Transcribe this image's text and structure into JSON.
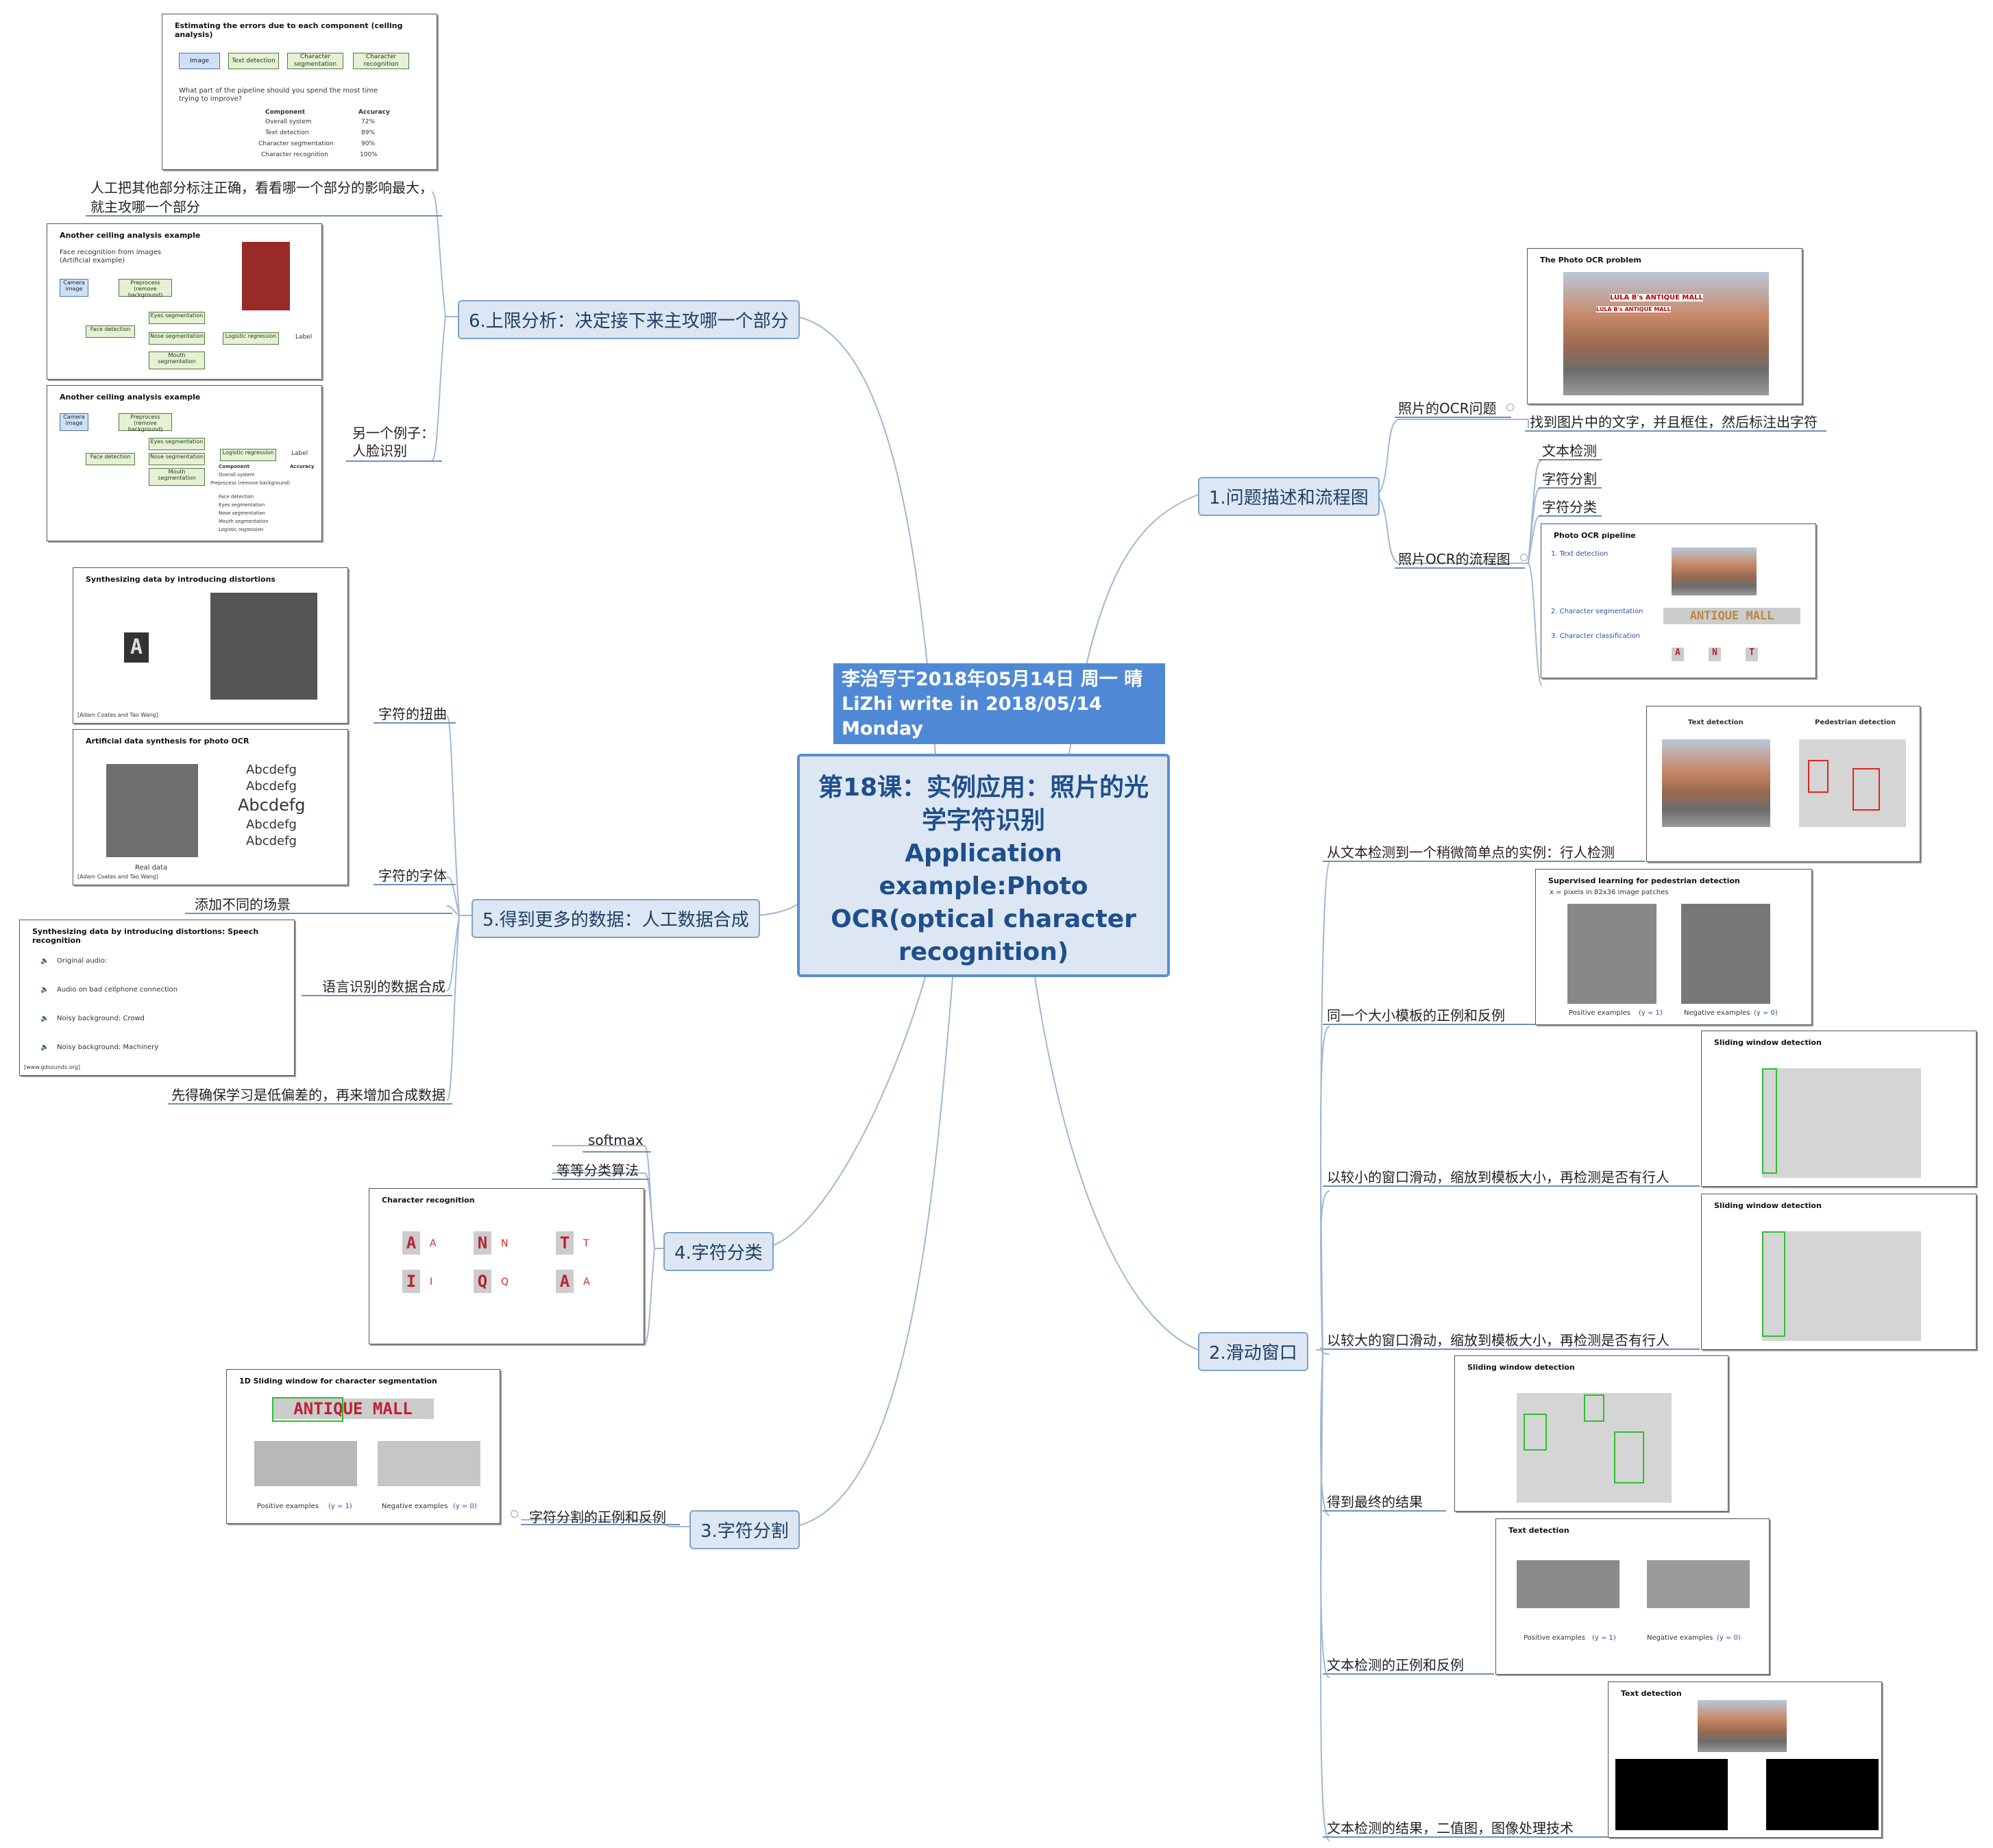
{
  "center": {
    "title_zh_1": "第18课：实例应用：照片的光",
    "title_zh_2": "学字符识别",
    "title_en_1": "Application",
    "title_en_2": "example:Photo",
    "title_en_3": "OCR(optical character",
    "title_en_4": "recognition)"
  },
  "note": {
    "line1": "李治写于2018年05月14日 周一  晴",
    "line2": "LiZhi write in 2018/05/14 Monday",
    "line3": "Sunny"
  },
  "branches": {
    "b1": {
      "title": "1.问题描述和流程图",
      "sub1": "照片的OCR问题",
      "sub1_child": "找到图片中的文字，并且框住，然后标注出字符",
      "sub2": "照片OCR的流程图",
      "sub2_children": [
        "文本检测",
        "字符分割",
        "字符分类"
      ]
    },
    "b2": {
      "title": "2.滑动窗口",
      "children": [
        "从文本检测到一个稍微简单点的实例：行人检测",
        "同一个大小模板的正例和反例",
        "以较小的窗口滑动，缩放到模板大小，再检测是否有行人",
        "以较大的窗口滑动，缩放到模板大小，再检测是否有行人",
        "得到最终的结果",
        "文本检测的正例和反例",
        "文本检测的结果，二值图，图像处理技术"
      ]
    },
    "b3": {
      "title": "3.字符分割",
      "child": "字符分割的正例和反例"
    },
    "b4": {
      "title": "4.字符分类",
      "children": [
        "softmax",
        "等等分类算法"
      ]
    },
    "b5": {
      "title": "5.得到更多的数据：人工数据合成",
      "children": [
        "字符的扭曲",
        "字符的字体",
        "添加不同的场景",
        "语言识别的数据合成",
        "先得确保学习是低偏差的，再来增加合成数据"
      ]
    },
    "b6": {
      "title": "6.上限分析：决定接下来主攻哪一个部分",
      "child1_l1": "人工把其他部分标注正确，看看哪一个部分的影响最大，",
      "child1_l2": "就主攻哪一个部分",
      "child2_l1": "另一个例子：",
      "child2_l2": "人脸识别"
    }
  },
  "slides": {
    "ceiling": {
      "title": "Estimating the errors due to each component (ceiling analysis)",
      "boxes": [
        "Image",
        "Text detection",
        "Character segmentation",
        "Character recognition"
      ],
      "question_1": "What part of the pipeline should you spend the most time",
      "question_2": "trying to improve?",
      "col_component": "Component",
      "col_accuracy": "Accuracy",
      "rows": [
        [
          "Overall system",
          "72%"
        ],
        [
          "Text detection",
          "89%"
        ],
        [
          "Character segmentation",
          "90%"
        ],
        [
          "Character recognition",
          "100%"
        ]
      ]
    },
    "face1": {
      "title": "Another ceiling analysis example",
      "subtitle_1": "Face recognition from images",
      "subtitle_2": "(Artificial example)",
      "nodes": [
        "Camera image",
        "Preprocess (remove background)",
        "Face detection",
        "Eyes segmentation",
        "Nose segmentation",
        "Mouth segmentation",
        "Logistic regression",
        "Label"
      ]
    },
    "face2": {
      "title": "Another ceiling analysis example",
      "nodes": [
        "Camera image",
        "Preprocess (remove background)",
        "Face detection",
        "Eyes segmentation",
        "Nose segmentation",
        "Mouth segmentation",
        "Logistic regression",
        "Label"
      ],
      "col_component": "Component",
      "col_accuracy": "Accuracy",
      "rows": [
        "Overall system",
        "Preprocess (remove background)",
        "Face detection",
        "Eyes segmentation",
        "Nose segmentation",
        "Mouth segmentation",
        "Logistic regression"
      ]
    },
    "photo_ocr": {
      "title": "The Photo OCR problem",
      "sign_1": "LULA B's ANTIQUE MALL",
      "sign_2": "LULA B's ANTIQUE MALL"
    },
    "pipeline": {
      "title": "Photo OCR pipeline",
      "steps": [
        "1. Text detection",
        "2. Character segmentation",
        "3. Character classification"
      ],
      "seg_text": "ANTIQUE MALL",
      "cls": [
        "A",
        "N",
        "T"
      ]
    },
    "text_ped": {
      "left": "Text detection",
      "right": "Pedestrian detection"
    },
    "supervised": {
      "title": "Supervised learning for pedestrian detection",
      "subtitle": "x = pixels in 82x36 image patches",
      "pos": "Positive examples",
      "pos_y": "(y = 1)",
      "neg": "Negative examples",
      "neg_y": "(y = 0)"
    },
    "sliding1": {
      "title": "Sliding window detection"
    },
    "sliding2": {
      "title": "Sliding window detection"
    },
    "sliding3": {
      "title": "Sliding window detection"
    },
    "textdet_examples": {
      "title": "Text detection",
      "pos": "Positive examples",
      "pos_y": "(y = 1)",
      "neg": "Negative examples",
      "neg_y": "(y = 0)"
    },
    "textdet_result": {
      "title": "Text detection"
    },
    "seg1d": {
      "title": "1D Sliding window for character segmentation",
      "word": "ANTIQUE MALL",
      "pos": "Positive examples",
      "pos_y": "(y = 1)",
      "neg": "Negative examples",
      "neg_y": "(y = 0)"
    },
    "charrec": {
      "title": "Character recognition",
      "pairs": [
        [
          "A",
          "A"
        ],
        [
          "N",
          "N"
        ],
        [
          "T",
          "T"
        ],
        [
          "I",
          "I"
        ],
        [
          "Q",
          "Q"
        ],
        [
          "A",
          "A"
        ]
      ]
    },
    "distort": {
      "title": "Synthesizing data by introducing distortions",
      "letter": "A",
      "credit": "[Adam Coates and Tao Wang]"
    },
    "fonts": {
      "title": "Artificial data synthesis for photo OCR",
      "samples": [
        "Abcdefg",
        "Abcdefg",
        "Abcdefg",
        "Abcdefg",
        "Abcdefg"
      ],
      "real": "Real data",
      "credit": "[Adam Coates and Tao Wang]"
    },
    "speech": {
      "title": "Synthesizing data by introducing distortions: Speech recognition",
      "items": [
        "Original audio:",
        "Audio on bad cellphone connection",
        "Noisy background: Crowd",
        "Noisy background: Machinery"
      ],
      "credit": "[www.gdsounds.org]"
    }
  },
  "colors": {
    "topic_fill": "#dce7f3",
    "topic_border": "#7ea3c9",
    "note_fill": "#4f89d6",
    "connector": "#9fb8d3"
  }
}
